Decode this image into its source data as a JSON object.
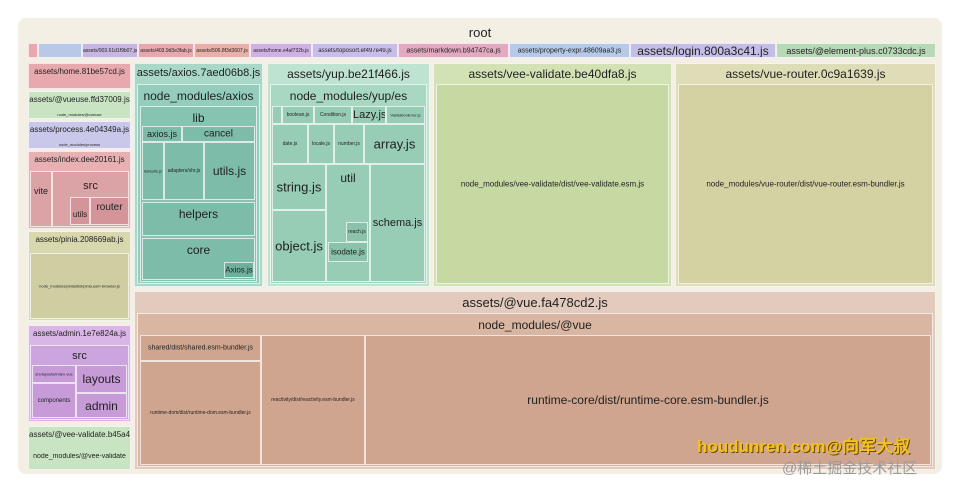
{
  "root_label": "root",
  "top_chunks": [
    "assets/903.61d1f9b07.js",
    "assets/403.9d3e3fab.js",
    "assets/506.8f3d3607.js",
    "assets/home.e4af732b.js",
    "assets/toposort.ef497e49.js",
    "assets/markdown.b94747ca.js",
    "assets/property-expr.48609aa3.js",
    "assets/login.800a3c41.js",
    "assets/@element-plus.c0733cdc.js"
  ],
  "left": {
    "home": "assets/home.81be57cd.js",
    "vueuse": "assets/@vueuse.ffd37009.js",
    "vueuse_sub": "node_modules/@vueuse",
    "process": "assets/process.4e04349a.js",
    "process_sub": "node_modules/process",
    "index": "assets/index.dee20161.js",
    "vite": "vite",
    "src": "src",
    "utils": "utils",
    "router": "router",
    "pinia": "assets/pinia.208669ab.js",
    "pinia_sub": "node_modules/pinia/dist/pinia.esm-browser.js",
    "admin_chunk": "assets/admin.1e7e824a.js",
    "admin_src": "src",
    "layouts": "layouts",
    "components": "components",
    "admin": "admin",
    "admin_small": "src/layouts/index.vue",
    "vee_small": "assets/@vee-validate.b45a4101.js",
    "vee_small_sub": "node_modules/@vee-validate"
  },
  "axios": {
    "chunk": "assets/axios.7aed06b8.js",
    "pkg": "node_modules/axios",
    "lib": "lib",
    "axios_js": "axios.js",
    "cancel": "cancel",
    "utils_js": "utils.js",
    "defaults": "defaults.js",
    "adapters": "adapters/xhr.js",
    "helpers": "helpers",
    "core": "core",
    "core_axios": "Axios.js"
  },
  "yup": {
    "chunk": "assets/yup.be21f466.js",
    "pkg": "node_modules/yup/es",
    "lazy": "Lazy.js",
    "array": "array.js",
    "boolean": "boolean.js",
    "condition": "Condition.js",
    "validation_err": "ValidationError.js",
    "date": "date.js",
    "locale": "locale.js",
    "number": "number.js",
    "string": "string.js",
    "object": "object.js",
    "util": "util",
    "schema": "schema.js",
    "isodate": "isodate.js",
    "reach": "reach.js"
  },
  "vee_validate": {
    "chunk": "assets/vee-validate.be40dfa8.js",
    "file": "node_modules/vee-validate/dist/vee-validate.esm.js"
  },
  "vue_router": {
    "chunk": "assets/vue-router.0c9a1639.js",
    "file": "node_modules/vue-router/dist/vue-router.esm-bundler.js"
  },
  "vue": {
    "chunk": "assets/@vue.fa478cd2.js",
    "pkg": "node_modules/@vue",
    "shared": "shared/dist/shared.esm-bundler.js",
    "runtime_dom": "runtime-dom/dist/runtime-dom.esm-bundler.js",
    "reactivity": "reactivity/dist/reactivity.esm-bundler.js",
    "runtime_core": "runtime-core/dist/runtime-core.esm-bundler.js"
  },
  "watermark": {
    "brand": "houdunren.com@向军大叔",
    "site": "@稀土掘金技术社区"
  },
  "colors": {
    "frame": "#f3efe4",
    "axios": "#8ecab8",
    "yup": "#a8d8c2",
    "vee": "#c6d9a3",
    "router": "#d4d1a3",
    "vue": "#d9b6a2",
    "pink": "#e7a9ad",
    "purple": "#d0b2e2",
    "watermark": "#f5c21b"
  }
}
